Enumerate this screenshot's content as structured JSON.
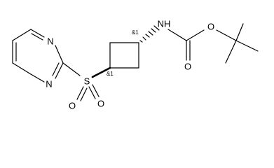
{
  "molecule": {
    "atoms": {
      "nh": "NH",
      "o_ester": "O",
      "o_carbonyl": "O",
      "n_pyrimidine_top": "N",
      "n_pyrimidine_bottom": "N",
      "sulfur": "S",
      "o_sulfonyl_left": "O",
      "o_sulfonyl_right": "O"
    },
    "stereo_labels": {
      "top": "&1",
      "bottom": "&1"
    }
  },
  "colors": {
    "ink": "#000000",
    "background": "#ffffff"
  }
}
